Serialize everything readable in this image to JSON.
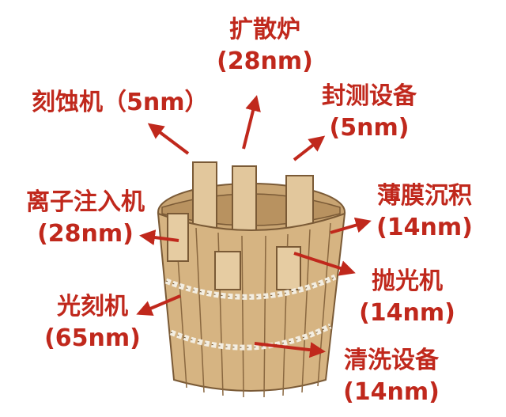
{
  "colors": {
    "label_text": "#c0281c",
    "arrow": "#c0281c",
    "wood_light": "#e2c79c",
    "wood_mid": "#d6b482",
    "wood_dark": "#b89260",
    "wood_outline": "#7a5a36",
    "rope": "#f3eee2"
  },
  "labels": [
    {
      "id": "diffusion-furnace",
      "name": "扩散炉",
      "node": "(28nm)"
    },
    {
      "id": "etcher",
      "name": "刻蚀机（5nm）",
      "node": ""
    },
    {
      "id": "packaging-test",
      "name": "封测设备",
      "node": "(5nm)"
    },
    {
      "id": "ion-implanter",
      "name": "离子注入机",
      "node": "(28nm)"
    },
    {
      "id": "thin-film-deposition",
      "name": "薄膜沉积",
      "node": "(14nm)"
    },
    {
      "id": "cmp-polisher",
      "name": "抛光机",
      "node": "(14nm)"
    },
    {
      "id": "lithography",
      "name": "光刻机",
      "node": "(65nm)"
    },
    {
      "id": "cleaning-equipment",
      "name": "清洗设备",
      "node": "(14nm)"
    }
  ]
}
